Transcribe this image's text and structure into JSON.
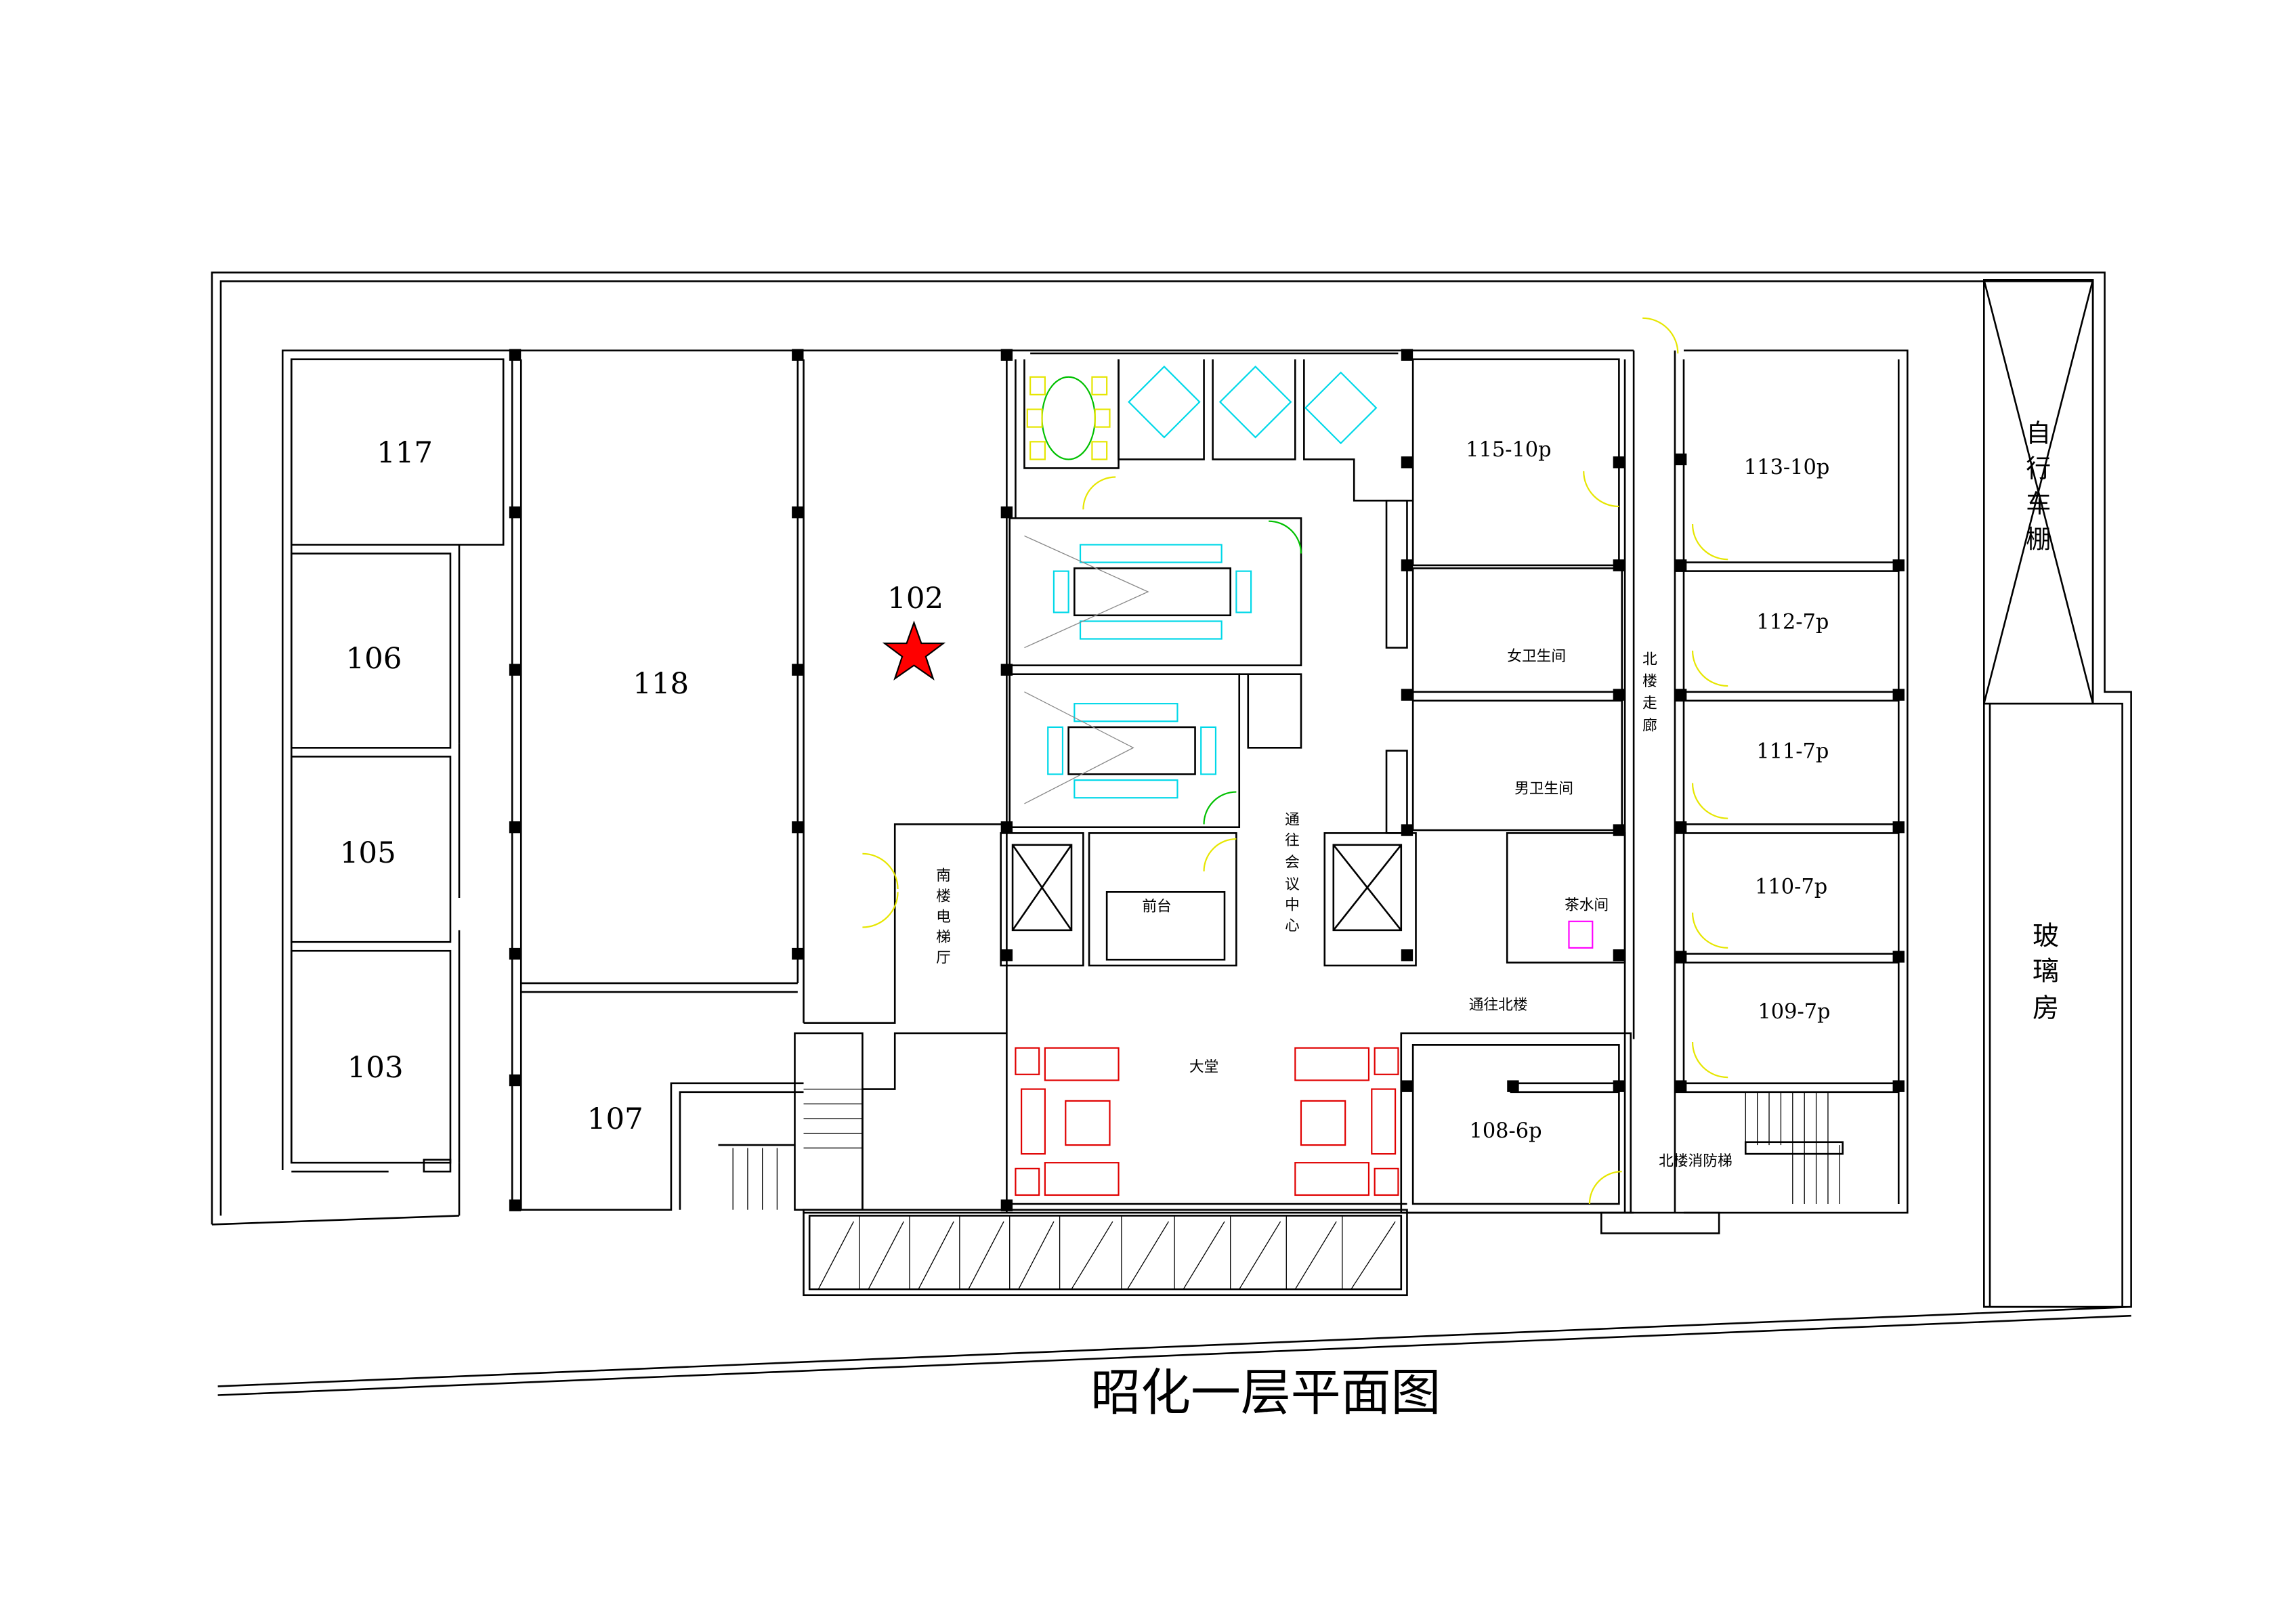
{
  "title": "昭化一层平面图",
  "rooms": {
    "r117": "117",
    "r106": "106",
    "r105": "105",
    "r103": "103",
    "r118": "118",
    "r107": "107",
    "r102": "102",
    "r115": "115-10p",
    "r113": "113-10p",
    "r112": "112-7p",
    "r111": "111-7p",
    "r110": "110-7p",
    "r109": "109-7p",
    "r108": "108-6p"
  },
  "areas": {
    "women_wc": "女卫生间",
    "men_wc": "男卫生间",
    "north_corridor": [
      "北",
      "楼",
      "走",
      "廊"
    ],
    "south_elevator_hall": [
      "南",
      "楼",
      "电",
      "梯",
      "厅"
    ],
    "reception": "前台",
    "to_meeting_center": [
      "通",
      "往",
      "会",
      "议",
      "中",
      "心"
    ],
    "tea_room": "茶水间",
    "to_north_building": "通往北楼",
    "lobby": "大堂",
    "north_fire_stairs": "北楼消防梯",
    "bike_shed": [
      "自",
      "行",
      "车",
      "棚"
    ],
    "glass_house": [
      "玻",
      "璃",
      "房"
    ]
  },
  "marker": {
    "icon": "red-star-icon",
    "color": "#ff0000",
    "room": "102"
  },
  "colors": {
    "door": "#e6e600",
    "furniture": "#00d8e8",
    "sofa": "#e00000",
    "green": "#00c000",
    "tea": "#ff00ff"
  }
}
